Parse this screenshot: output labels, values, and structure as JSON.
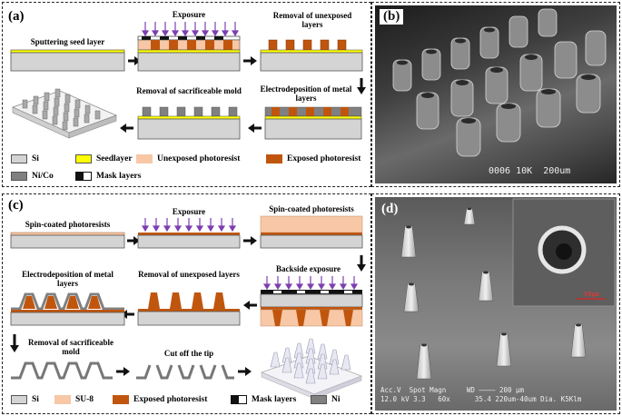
{
  "panel_a": {
    "label": "(a)",
    "steps": {
      "sputter": "Sputtering seed layer",
      "exposure": "Exposure",
      "removal_unexposed": "Removal of unexposed layers",
      "removal_mold": "Removal of sacrificeable mold",
      "electro": "Electrodeposition of metal layers"
    },
    "legend": {
      "si": "Si",
      "seedlayer": "Seedlayer",
      "unexposed": "Unexposed photoresist",
      "exposed": "Exposed photoresist",
      "nico": "Ni/Co",
      "mask": "Mask layers"
    }
  },
  "panel_b": {
    "label": "(b)",
    "scale_text": "0006 10K  200um"
  },
  "panel_c": {
    "label": "(c)",
    "steps": {
      "spin1": "Spin-coated photoresists",
      "exposure": "Exposure",
      "spin2": "Spin-coated photoresists",
      "electro": "Electrodeposition of metal layers",
      "removal_unexposed": "Removal of unexposed layers",
      "backside": "Backside exposure",
      "removal_mold": "Removal of sacrificeable mold",
      "cut": "Cut off the tip"
    },
    "legend": {
      "si": "Si",
      "su8": "SU-8",
      "exposed": "Exposed photoresist",
      "mask": "Mask layers",
      "ni": "Ni"
    }
  },
  "panel_d": {
    "label": "(d)",
    "inset_scale": "50μm",
    "info_line1": "Acc.V  Spot Magn     WD ———— 200 μm",
    "info_line2": "12.0 kV 3.3   60x      35.4 220um-40um Dia. K5Klm"
  },
  "colors": {
    "si": "#d4d4d4",
    "seed": "#ffff00",
    "unexposed": "#f7c7a6",
    "exposed": "#c0560e",
    "nico": "#808080",
    "arrow": "#111111",
    "exposure": "#7d3fb0"
  }
}
